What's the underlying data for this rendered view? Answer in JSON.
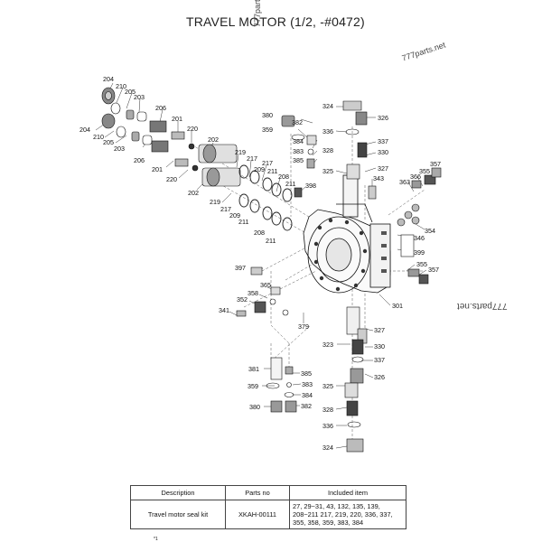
{
  "title": "TRAVEL MOTOR (1/2, -#0472)",
  "watermark": "777parts.net",
  "part_numbers": [
    "204",
    "210",
    "205",
    "203",
    "206",
    "201",
    "220",
    "202",
    "219",
    "217",
    "209",
    "211",
    "208",
    "398",
    "380",
    "382",
    "359",
    "384",
    "383",
    "385",
    "336",
    "324",
    "326",
    "337",
    "328",
    "330",
    "327",
    "325",
    "343",
    "363",
    "366",
    "355",
    "357",
    "354",
    "346",
    "399",
    "397",
    "365",
    "358",
    "352",
    "341",
    "379",
    "301",
    "323",
    "381"
  ],
  "table": {
    "headers": [
      "Description",
      "Parts no",
      "Included item"
    ],
    "rows": [
      {
        "description": "Travel motor seal kit",
        "parts_no": "XKAH-00111",
        "included": "27, 29~31, 43, 132, 135, 139, 208~211 217, 219, 220, 336, 337, 355, 358, 359, 383, 384"
      }
    ]
  },
  "footnote": "*1"
}
